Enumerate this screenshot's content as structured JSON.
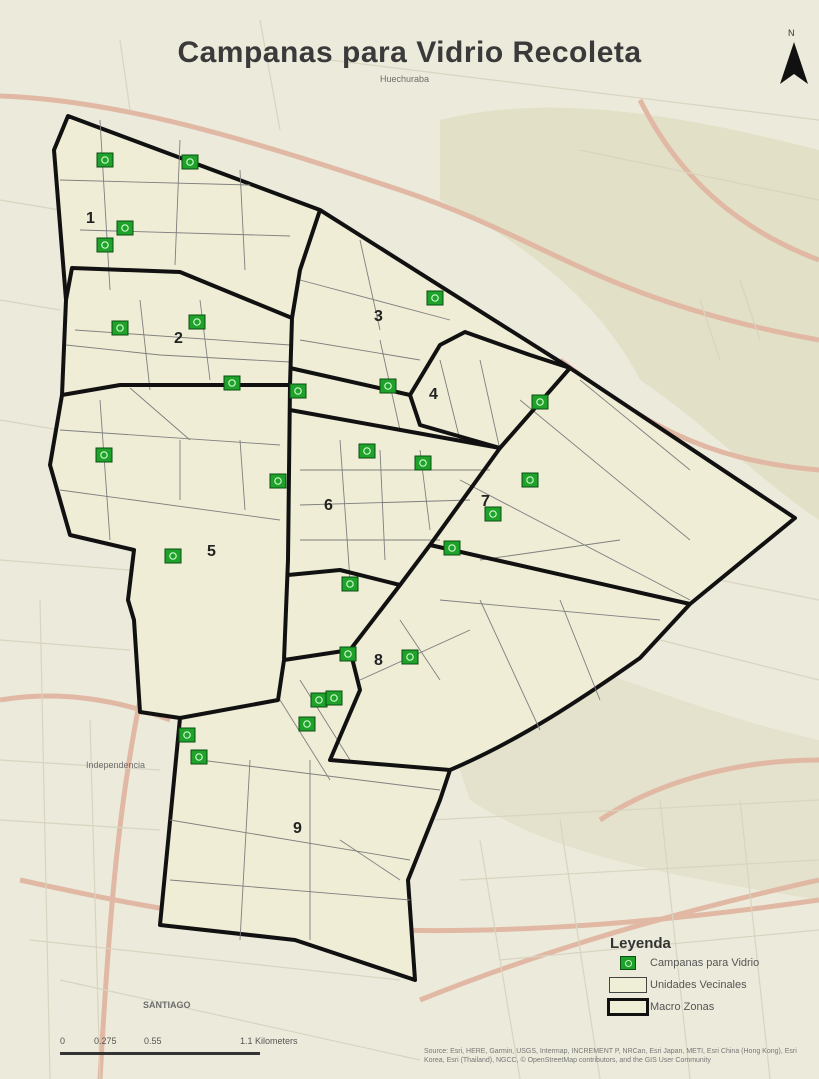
{
  "title": "Campanas para Vidrio Recoleta",
  "north_label": "N",
  "place_labels": [
    "Huechuraba",
    "Independencia",
    "SANTIAGO"
  ],
  "zones": [
    "1",
    "2",
    "3",
    "4",
    "5",
    "6",
    "7",
    "8",
    "9"
  ],
  "bin_count": 27,
  "legend": {
    "title": "Leyenda",
    "items": [
      {
        "symbol": "glass-bin-icon",
        "label": "Campanas para Vidrio"
      },
      {
        "symbol": "unit-outline",
        "label": "Unidades Vecinales"
      },
      {
        "symbol": "zone-outline",
        "label": "Macro Zonas"
      }
    ]
  },
  "scale": {
    "ticks": [
      "0",
      "0.275",
      "0.55",
      "1.1 Kilometers"
    ]
  },
  "attribution": "Source: Esri, HERE, Garmin, USGS, Intermap, INCREMENT P, NRCan, Esri Japan, METI, Esri China (Hong Kong), Esri Korea, Esri (Thailand), NGCC, © OpenStreetMap contributors, and the GIS User Community",
  "colors": {
    "background": "#efeee2",
    "zone_fill": "#efedd6",
    "zone_border": "#111111",
    "bin_fill": "#1ea22a",
    "road_major": "#e3b7a3",
    "hill_shade": "#dcdcc4"
  }
}
